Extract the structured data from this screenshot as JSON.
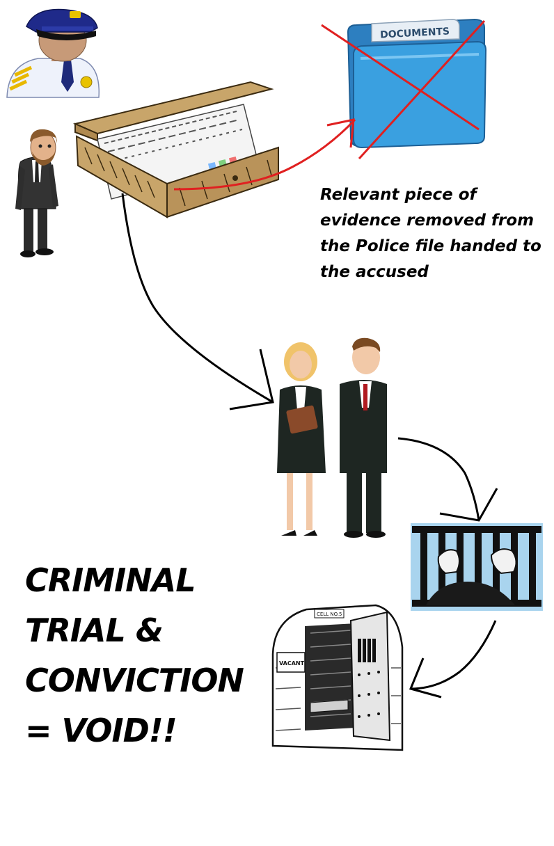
{
  "documents_folder": {
    "tab_label": "DOCUMENTS",
    "folder_color": "#3aa0e0",
    "cross_color": "#e02020"
  },
  "caption_lines": [
    "Relevant piece of",
    "evidence removed from",
    "the Police file handed to",
    "the accused"
  ],
  "verdict_lines": [
    "CRIMINAL",
    "TRIAL &",
    "CONVICTION",
    "= VOID!!"
  ],
  "cell_door": {
    "sign_label": "VACANT",
    "plate_label": "CELL NO.5"
  },
  "colors": {
    "flow_arrow": "#000000",
    "evidence_arrow": "#e02020",
    "jail_background": "#a9d4ee",
    "box": "#c8a56a"
  },
  "icons": [
    "police-officer-icon",
    "suspect-man-icon",
    "evidence-box-icon",
    "documents-folder-icon",
    "lawyers-icon",
    "jail-bars-icon",
    "open-cell-door-icon"
  ]
}
